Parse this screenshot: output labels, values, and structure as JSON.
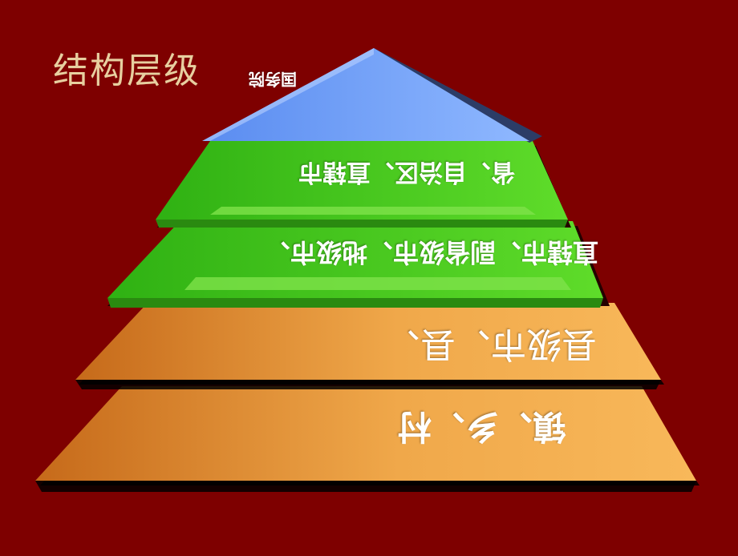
{
  "title": "结构层级",
  "colors": {
    "background": "#7e0000",
    "title_text": "#e7cfa0",
    "top_tier": "#6d9ff7",
    "top_tier_edge": "#2c3c66",
    "green_tier": "#44c21c",
    "orange_tier": "#e79b3a",
    "shadow": "#1a0000"
  },
  "tiers": [
    {
      "label": "国务院"
    },
    {
      "label": "省、自治区、直辖市"
    },
    {
      "label": "直辖市、副省级市、地级市、"
    },
    {
      "label": "县级市、县、"
    },
    {
      "label": "镇、乡、村"
    }
  ]
}
